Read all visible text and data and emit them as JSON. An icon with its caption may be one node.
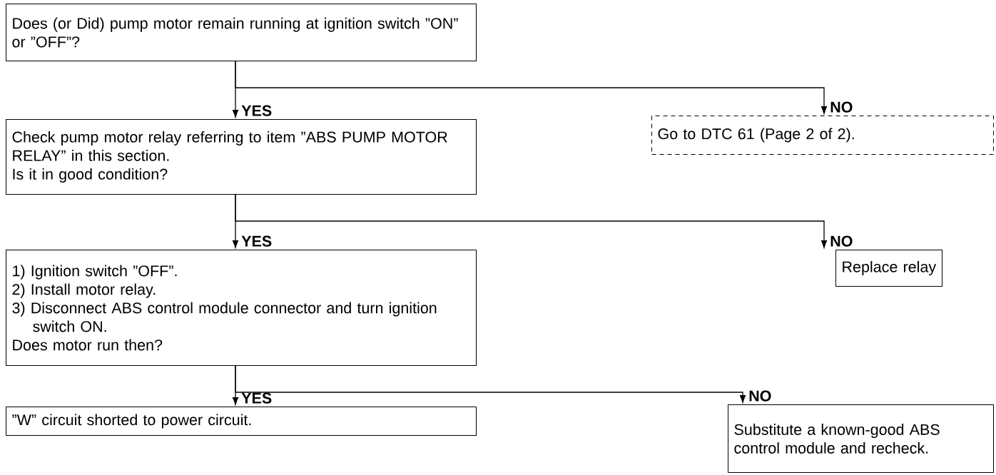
{
  "diagram": {
    "nodes": [
      {
        "text": [
          "Does (or Did) pump motor remain running at ignition switch ”ON” or ”OFF”?"
        ]
      },
      {
        "text": [
          "Check pump motor relay referring to item ”ABS PUMP MOTOR RELAY” in this section.",
          "Is it in good condition?"
        ]
      },
      {
        "text": [
          "Go to DTC 61 (Page 2 of 2)."
        ]
      },
      {
        "text": [
          "1) Ignition switch ”OFF”.",
          "2) Install motor relay.",
          "3) Disconnect ABS control module connector and turn ignition switch ON.",
          "Does motor run then?"
        ]
      },
      {
        "text": [
          "Replace relay"
        ]
      },
      {
        "text": [
          "”W” circuit shorted to power circuit."
        ]
      },
      {
        "text": [
          "Substitute a known-good ABS control module and recheck."
        ]
      }
    ],
    "edges": [
      {
        "from": 0,
        "to": 1,
        "arrow": "to",
        "label": "YES"
      },
      {
        "from": 0,
        "to": 2,
        "arrow": "to",
        "label": "NO"
      },
      {
        "from": 1,
        "to": 3,
        "arrow": "to",
        "label": "YES"
      },
      {
        "from": 1,
        "to": 4,
        "arrow": "to",
        "label": "NO"
      },
      {
        "from": 3,
        "to": 5,
        "arrow": "to",
        "label": "YES"
      },
      {
        "from": 3,
        "to": 6,
        "arrow": "to",
        "label": "NO"
      }
    ]
  }
}
